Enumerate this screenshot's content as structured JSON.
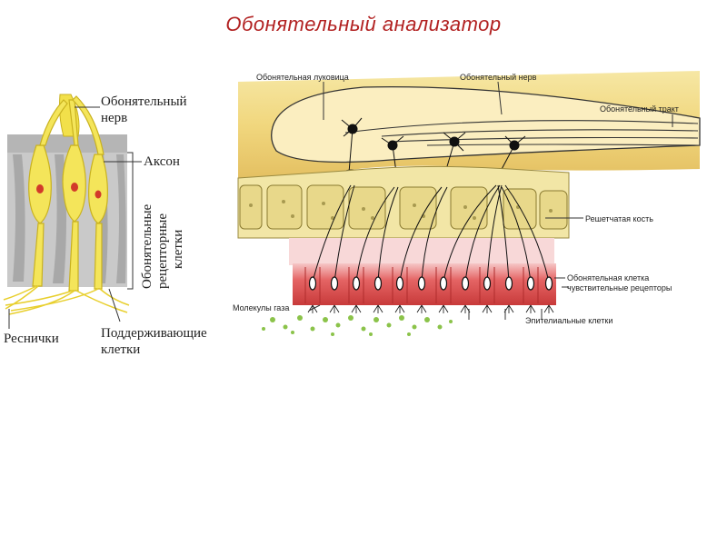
{
  "title": "Обонятельный анализатор",
  "left_labels": {
    "nerve_line1": "Обонятельный",
    "nerve_line2": "нерв",
    "axon": "Аксон",
    "receptor_line1": "Обонятельные",
    "receptor_line2": "рецепторные",
    "receptor_line3": "клетки",
    "cilia": "Реснички",
    "support_line1": "Поддерживающие",
    "support_line2": "клетки"
  },
  "right_labels": {
    "bulb": "Обонятельная луковица",
    "nerve": "Обонятельный нерв",
    "tract": "Обонятельный тракт",
    "bone": "Решетчатая кость",
    "cell": "Обонятельная клетка",
    "receptors": "чувствительные рецепторы",
    "gas": "Молекулы газа",
    "epithelial": "Эпителиальные клетки"
  },
  "colors": {
    "title": "#b22222",
    "nerve_yellow": "#f2e04a",
    "bulb": "#f3dc86",
    "bone": "#f2e6a6",
    "tissue_red": "#e05a5a",
    "gas_green": "#8bc34a"
  }
}
